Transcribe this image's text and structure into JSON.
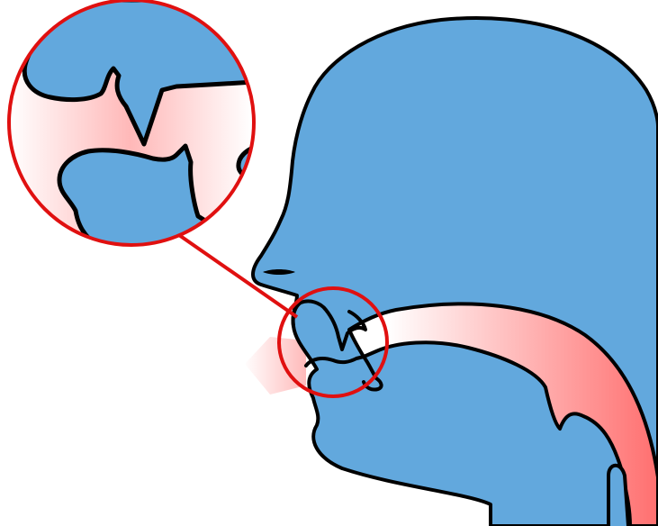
{
  "colors": {
    "head_fill": "#62a8dd",
    "outline": "#000000",
    "airflow": "#ff6f6f",
    "airflow_fade": "#ffffff",
    "highlight": "#e01010",
    "background": "#ffffff"
  },
  "figure": {
    "type": "articulation-diagram",
    "subject": "head-profile-sagittal-section",
    "callout": "magnified-mouth-region",
    "airflow_direction": "outward-through-mouth"
  }
}
